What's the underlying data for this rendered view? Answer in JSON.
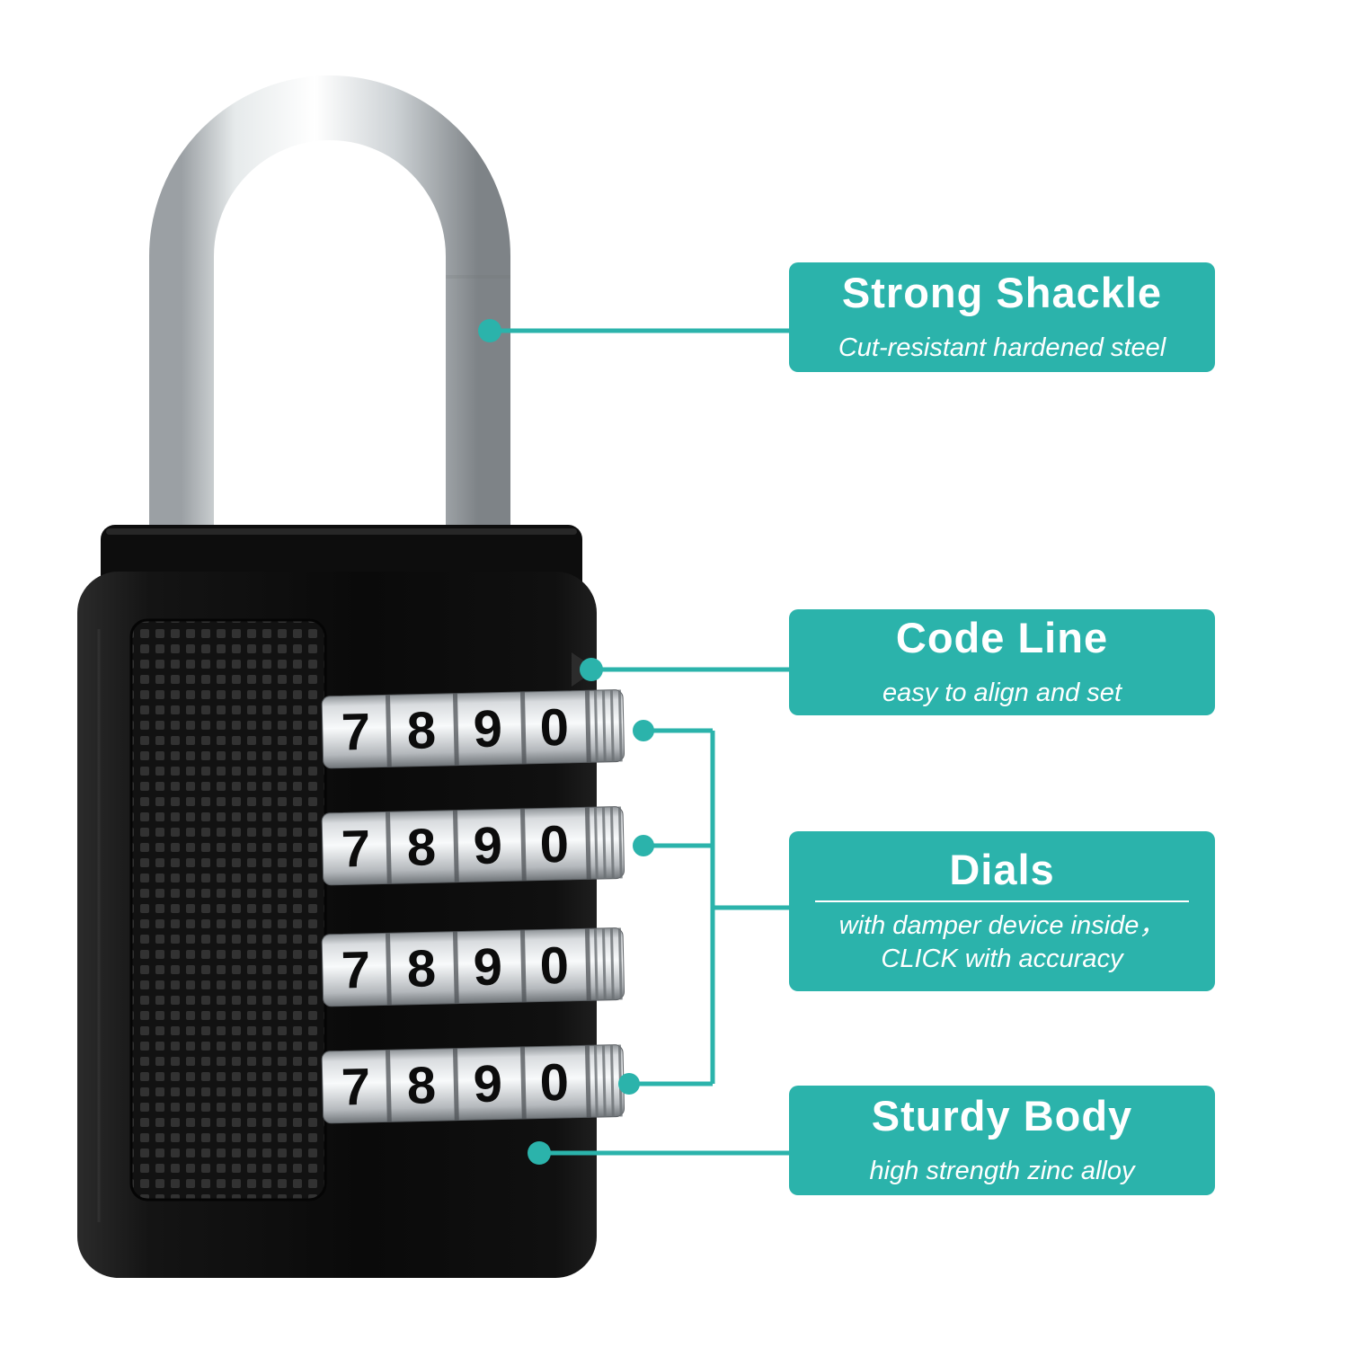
{
  "colors": {
    "accent_teal": "#2BB3AB",
    "callout_text": "#ffffff",
    "lock_body": "#0b0b0b",
    "shackle_silver": "#e9edee",
    "dial_silver": "#f7f9fa",
    "digit_color": "#0c0c0c",
    "background": "#ffffff"
  },
  "callouts": [
    {
      "id": "strong-shackle",
      "title": "Strong Shackle",
      "subtitle": "Cut-resistant hardened steel"
    },
    {
      "id": "code-line",
      "title": "Code Line",
      "subtitle": "easy to align and set"
    },
    {
      "id": "dials",
      "title": "Dials",
      "subtitle_lines": [
        "with damper device inside，",
        "CLICK with accuracy"
      ]
    },
    {
      "id": "sturdy-body",
      "title": "Sturdy Body",
      "subtitle": "high strength zinc alloy"
    }
  ],
  "lock": {
    "dial_rows": [
      {
        "digits": [
          "7",
          "8",
          "9",
          "0"
        ]
      },
      {
        "digits": [
          "7",
          "8",
          "9",
          "0"
        ]
      },
      {
        "digits": [
          "7",
          "8",
          "9",
          "0"
        ]
      },
      {
        "digits": [
          "7",
          "8",
          "9",
          "0"
        ]
      }
    ]
  }
}
